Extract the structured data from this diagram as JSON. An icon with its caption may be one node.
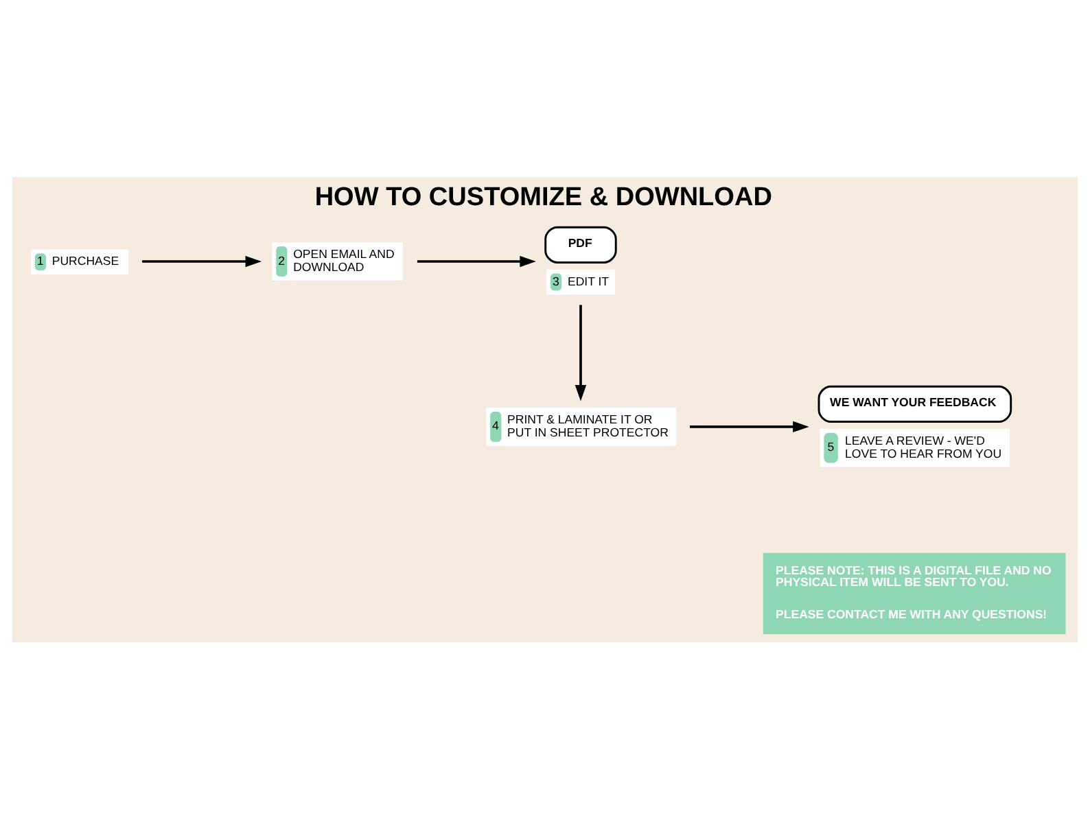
{
  "diagram": {
    "title": "HOW TO CUSTOMIZE & DOWNLOAD",
    "nodes": [
      {
        "text": [
          "1",
          "PURCHASE"
        ]
      },
      {
        "text": [
          "2",
          "OPEN EMAIL AND DOWNLOAD"
        ]
      },
      {
        "text": [
          "PDF",
          "3",
          "EDIT IT"
        ]
      },
      {
        "text": [
          "4",
          "PRINT & LAMINATE IT OR PUT IN SHEET PROTECTOR"
        ]
      },
      {
        "text": [
          "WE WANT YOUR FEEDBACK",
          "5",
          "LEAVE A REVIEW - WE'D LOVE TO HEAR FROM YOU"
        ]
      }
    ],
    "edges": [
      {
        "from": 0,
        "to": 1,
        "arrow": "to"
      },
      {
        "from": 1,
        "to": 2,
        "arrow": "to"
      },
      {
        "from": 2,
        "to": 3,
        "arrow": "to"
      },
      {
        "from": 3,
        "to": 4,
        "arrow": "to"
      }
    ],
    "labels": [
      "PLEASE NOTE: THIS IS A DIGITAL FILE AND NO PHYSICAL ITEM WILL BE SENT TO YOU.",
      "PLEASE CONTACT ME WITH ANY QUESTIONS!"
    ]
  }
}
